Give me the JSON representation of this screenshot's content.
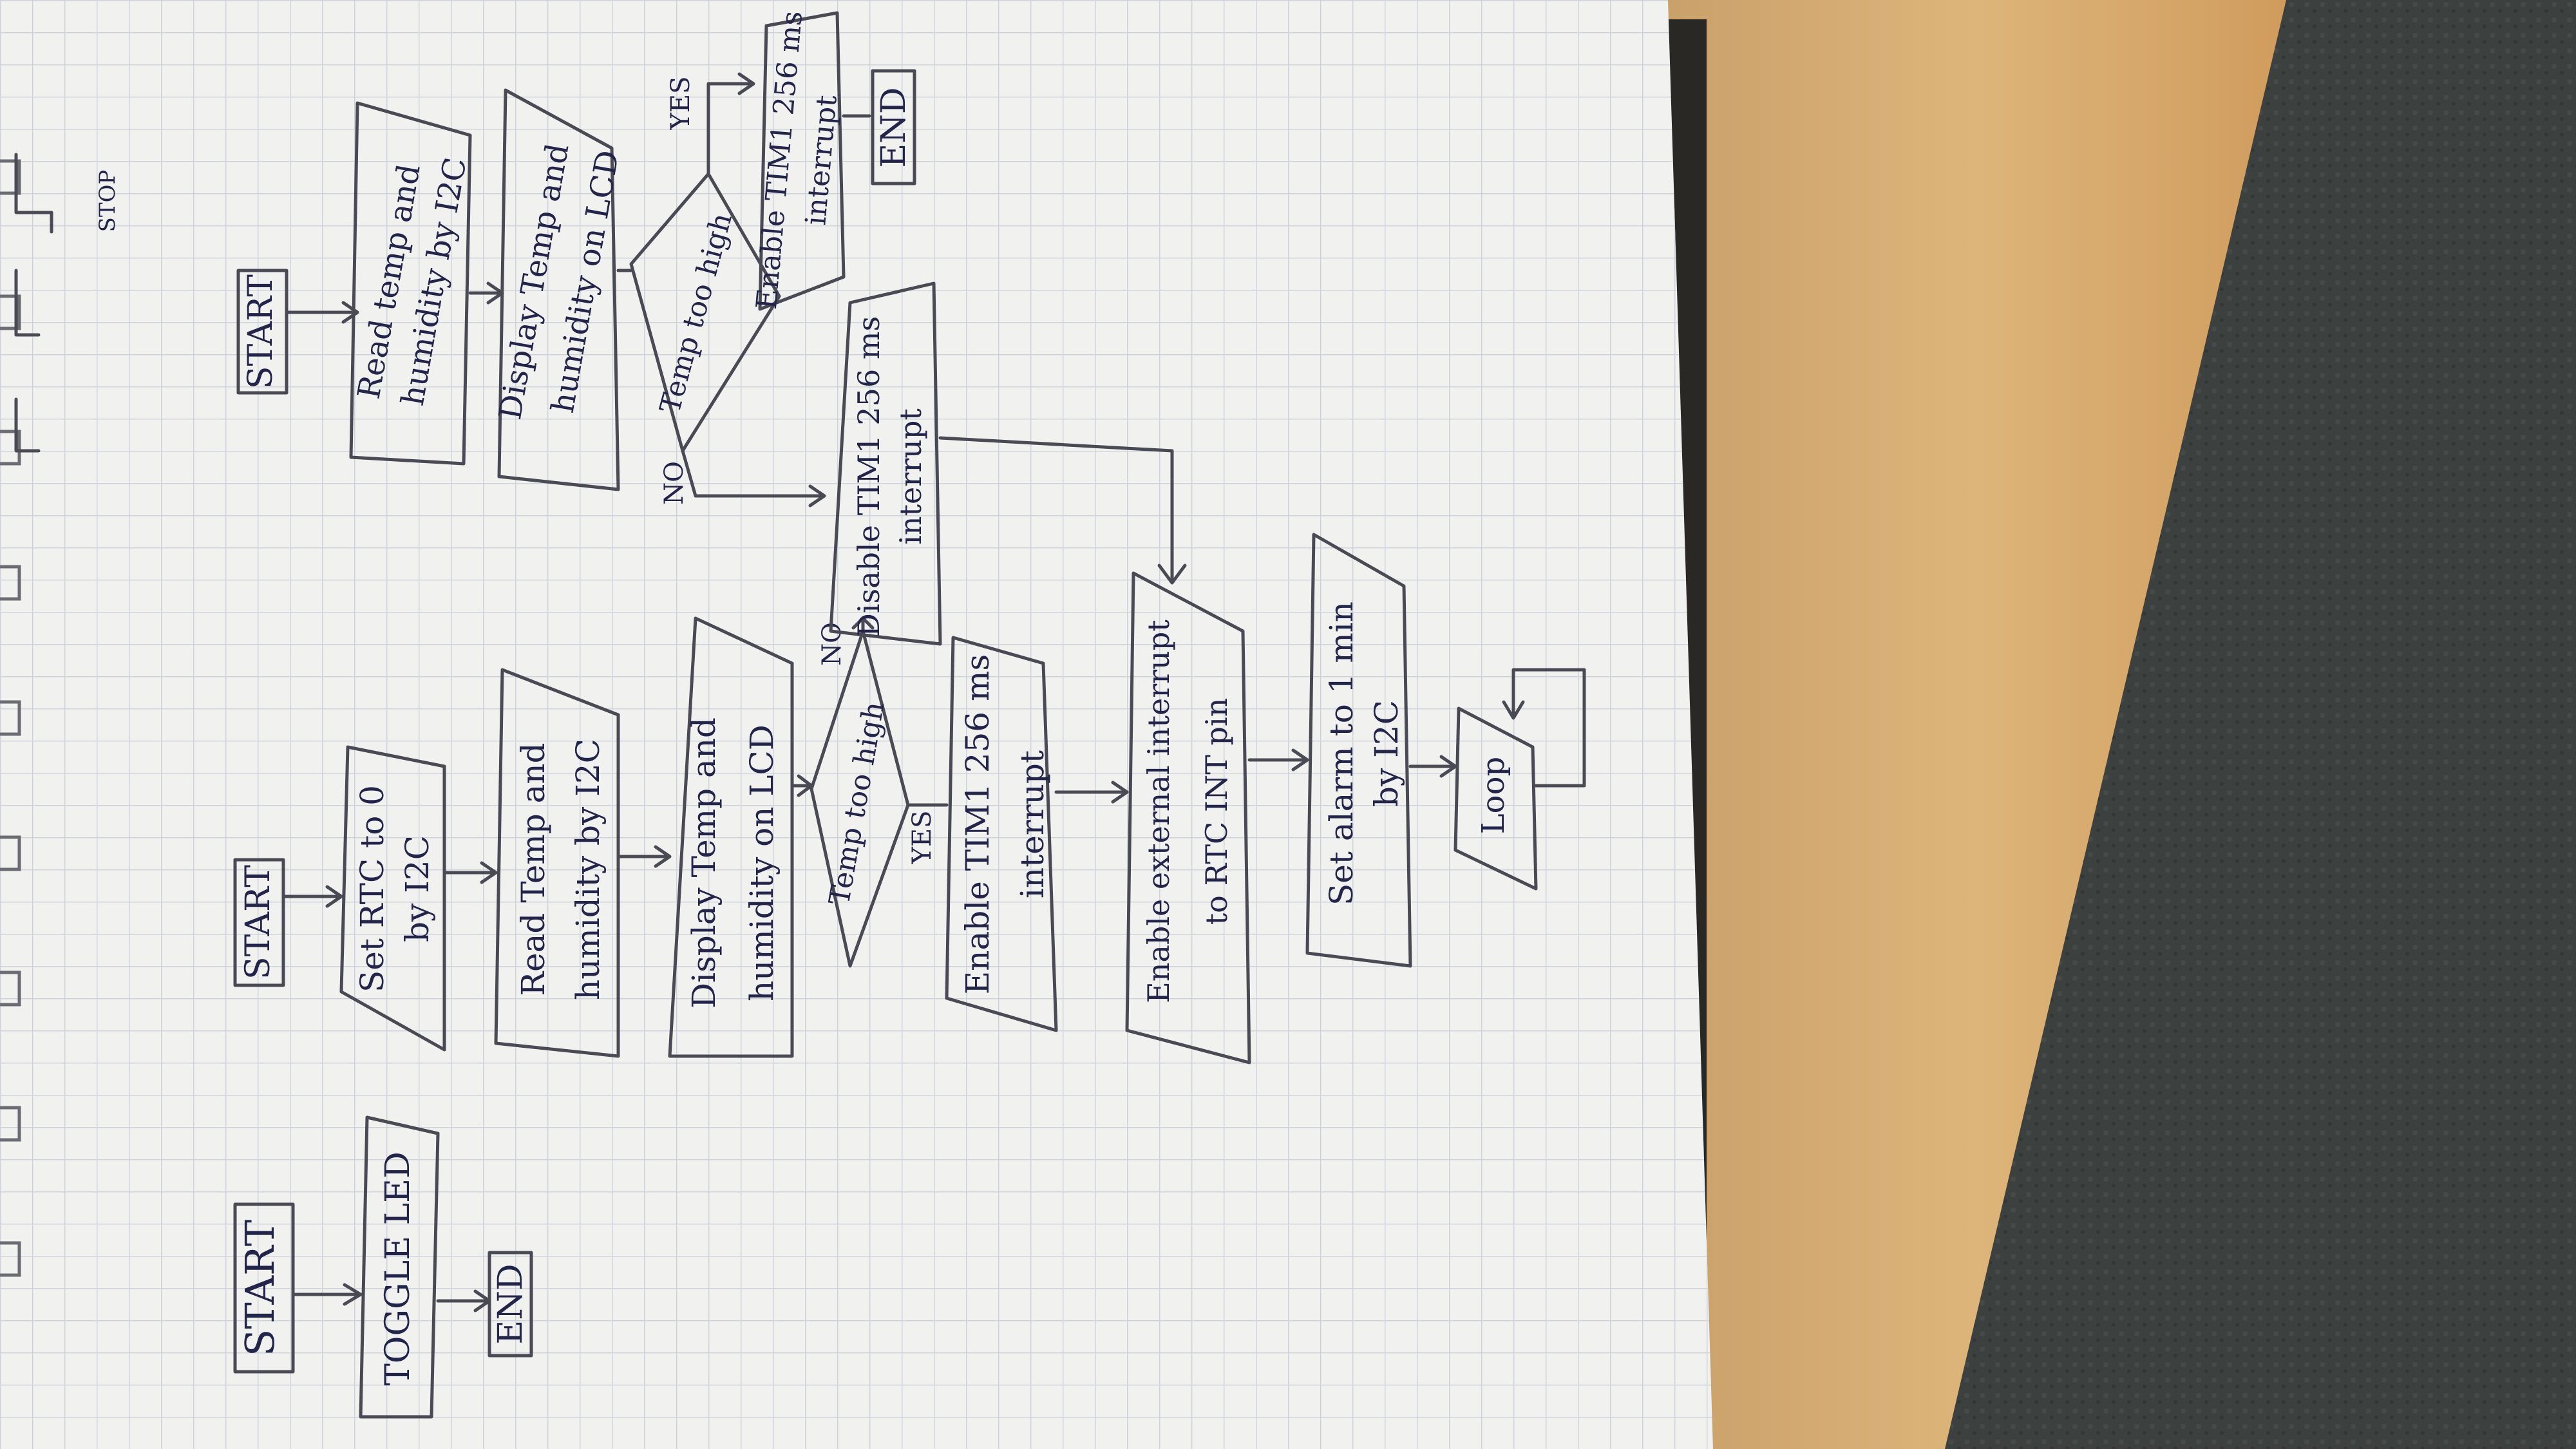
{
  "flowcharts": [
    {
      "start": "START",
      "step1": "TOGGLE LED",
      "end": "END"
    },
    {
      "start": "START",
      "step1_line1": "Set RTC to 0",
      "step1_line2": "by I2C",
      "step2_line1": "Read Temp and",
      "step2_line2": "humidity by I2C",
      "step3_line1": "Display Temp and",
      "step3_line2": "humidity on LCD",
      "decision": "Temp too high",
      "yes": "YES",
      "no": "NO",
      "step4_line1": "Enable TIM1 256 ms",
      "step4_line2": "interrupt",
      "step5_line1": "Enable external interrupt",
      "step5_line2": "to RTC INT pin",
      "step6_line1": "Set alarm to 1 min",
      "step6_line2": "by I2C",
      "loop": "Loop",
      "disable_line1": "Disable TIM1 256 ms",
      "disable_line2": "interrupt"
    },
    {
      "start": "START",
      "step1_line1": "Read temp and",
      "step1_line2": "humidity by I2C",
      "step2_line1": "Display Temp and",
      "step2_line2": "humidity on LCD",
      "decision": "Temp too high",
      "yes": "YES",
      "no": "NO",
      "step3_line1": "Enable TIM1 256 ms",
      "step3_line2": "interrupt",
      "end": "END"
    }
  ],
  "margin_note": "STOP",
  "colors": {
    "background": "#3a3d3c",
    "paper": "#f1f1f0",
    "grid": "#cfd4da",
    "desk": "#d6a866",
    "ink": "#23244a",
    "pencil": "#4a4a55"
  }
}
